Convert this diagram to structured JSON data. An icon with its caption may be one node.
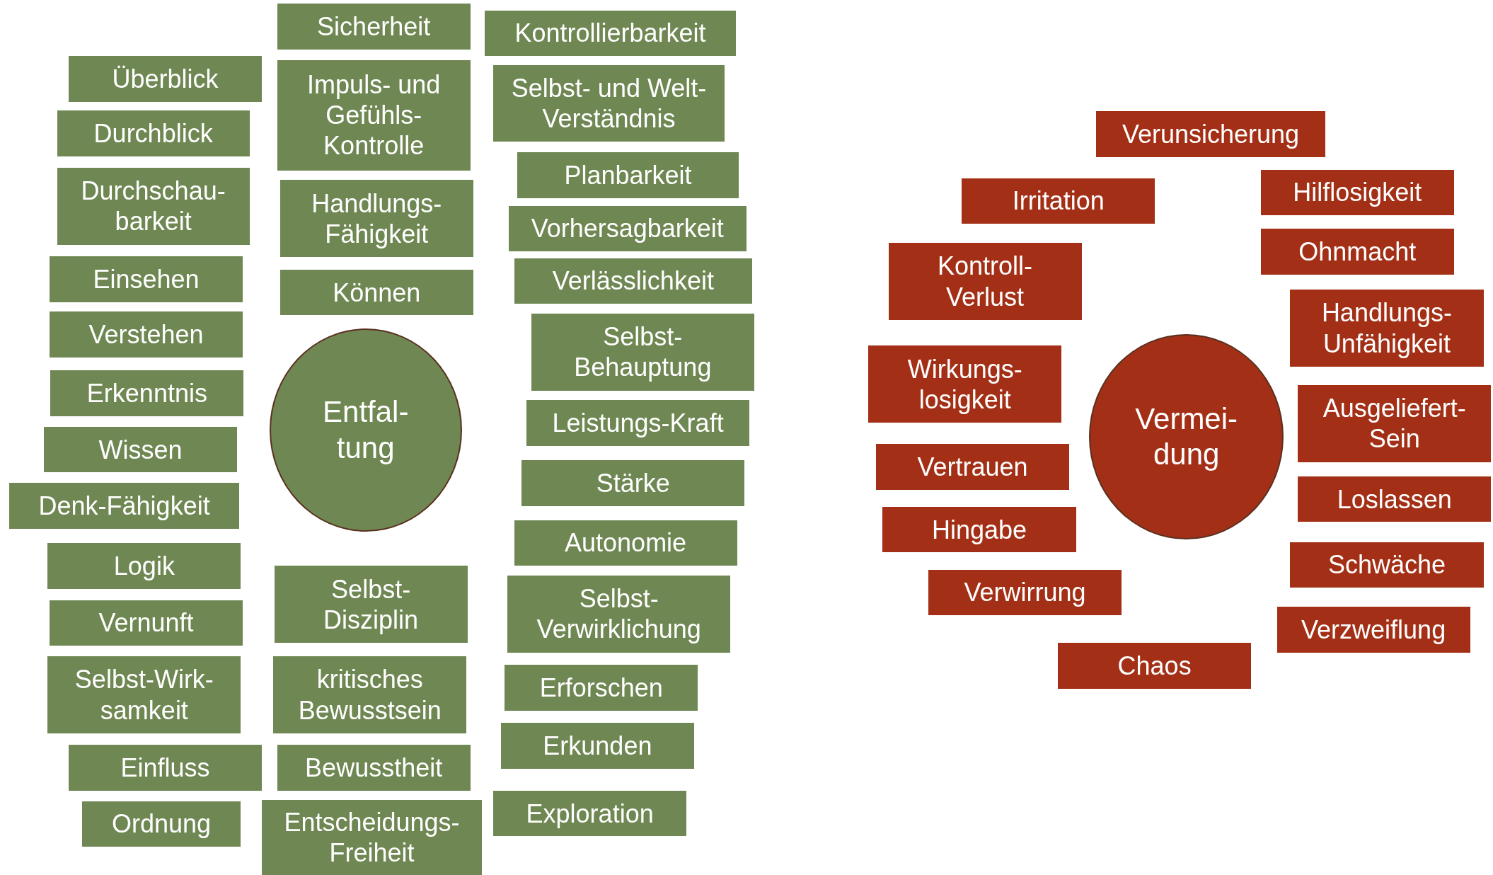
{
  "diagram": {
    "nodes": [
      {
        "text": [
          "Entfal- tung"
        ]
      },
      {
        "text": [
          "Überblick"
        ]
      },
      {
        "text": [
          "Durchblick"
        ]
      },
      {
        "text": [
          "Durchschau- barkeit"
        ]
      },
      {
        "text": [
          "Einsehen"
        ]
      },
      {
        "text": [
          "Verstehen"
        ]
      },
      {
        "text": [
          "Erkenntnis"
        ]
      },
      {
        "text": [
          "Wissen"
        ]
      },
      {
        "text": [
          "Denk-Fähigkeit"
        ]
      },
      {
        "text": [
          "Logik"
        ]
      },
      {
        "text": [
          "Vernunft"
        ]
      },
      {
        "text": [
          "Selbst-Wirk- samkeit"
        ]
      },
      {
        "text": [
          "Einfluss"
        ]
      },
      {
        "text": [
          "Ordnung"
        ]
      },
      {
        "text": [
          "Sicherheit"
        ]
      },
      {
        "text": [
          "Impuls- und Gefühls- Kontrolle"
        ]
      },
      {
        "text": [
          "Handlungs- Fähigkeit"
        ]
      },
      {
        "text": [
          "Können"
        ]
      },
      {
        "text": [
          "Selbst- Disziplin"
        ]
      },
      {
        "text": [
          "kritisches Bewusstsein"
        ]
      },
      {
        "text": [
          "Bewusstheit"
        ]
      },
      {
        "text": [
          "Entscheidungs- Freiheit"
        ]
      },
      {
        "text": [
          "Kontrollierbarkeit"
        ]
      },
      {
        "text": [
          "Selbst- und Welt- Verständnis"
        ]
      },
      {
        "text": [
          "Planbarkeit"
        ]
      },
      {
        "text": [
          "Vorhersagbarkeit"
        ]
      },
      {
        "text": [
          "Verlässlichkeit"
        ]
      },
      {
        "text": [
          "Selbst- Behauptung"
        ]
      },
      {
        "text": [
          "Leistungs-Kraft"
        ]
      },
      {
        "text": [
          "Stärke"
        ]
      },
      {
        "text": [
          "Autonomie"
        ]
      },
      {
        "text": [
          "Selbst- Verwirklichung"
        ]
      },
      {
        "text": [
          "Erforschen"
        ]
      },
      {
        "text": [
          "Erkunden"
        ]
      },
      {
        "text": [
          "Exploration"
        ]
      },
      {
        "text": [
          "Vermei- dung"
        ]
      },
      {
        "text": [
          "Verunsicherung"
        ]
      },
      {
        "text": [
          "Irritation"
        ]
      },
      {
        "text": [
          "Hilflosigkeit"
        ]
      },
      {
        "text": [
          "Ohnmacht"
        ]
      },
      {
        "text": [
          "Kontroll- Verlust"
        ]
      },
      {
        "text": [
          "Handlungs- Unfähigkeit"
        ]
      },
      {
        "text": [
          "Wirkungs- losigkeit"
        ]
      },
      {
        "text": [
          "Ausgeliefert- Sein"
        ]
      },
      {
        "text": [
          "Vertrauen"
        ]
      },
      {
        "text": [
          "Loslassen"
        ]
      },
      {
        "text": [
          "Hingabe"
        ]
      },
      {
        "text": [
          "Schwäche"
        ]
      },
      {
        "text": [
          "Verwirrung"
        ]
      },
      {
        "text": [
          "Verzweiflung"
        ]
      },
      {
        "text": [
          "Chaos"
        ]
      }
    ],
    "edges": []
  }
}
